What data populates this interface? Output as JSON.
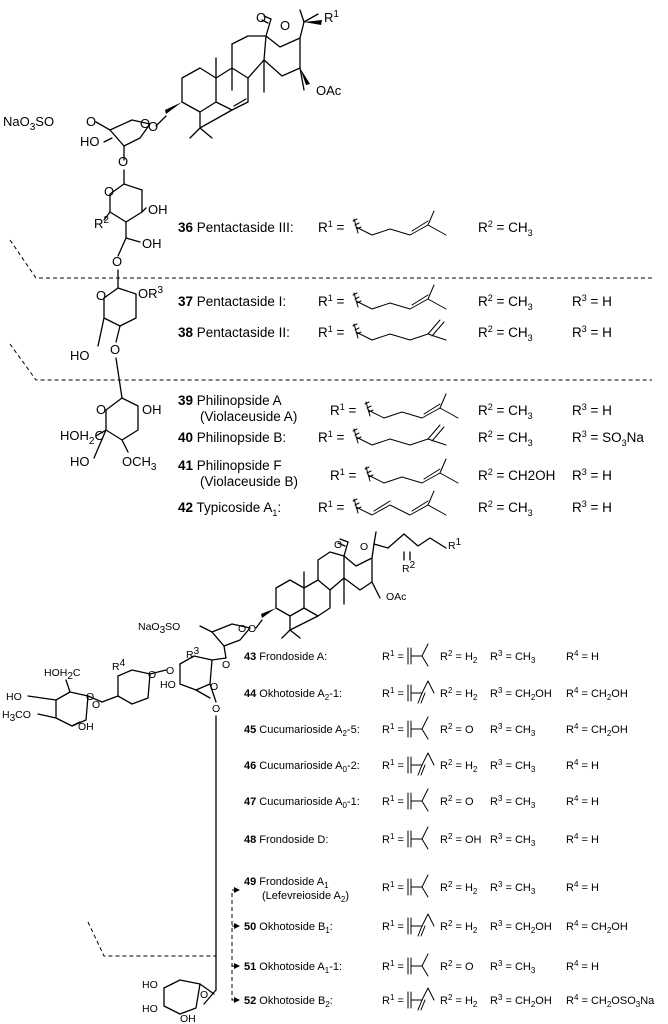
{
  "atoms": {
    "o_top": "O",
    "o_ring": "O",
    "r1": "R",
    "r1_sup": "1",
    "oac": "OAc",
    "naso3so": "NaO",
    "naso3so_sub3": "3",
    "naso3so_rest": "SO",
    "ho_xyl": "HO",
    "o_xyl": "O",
    "o_link1": "O",
    "oh_qui1": "OH",
    "oh_qui2": "OH",
    "r2_qui": "R",
    "r2_qui_sup": "2",
    "o_qui": "O",
    "o_link2": "O",
    "or3": "OR",
    "or3_sup": "3",
    "ho_glc": "HO",
    "o_glc": "O",
    "o_link3": "O",
    "oh_mg1": "OH",
    "hoh2c": "HOH",
    "hoh2c_sub": "2",
    "hoh2c_c": "C",
    "ho_mg": "HO",
    "och3": "OCH",
    "och3_sub": "3",
    "o_mg": "O"
  },
  "top_compounds": [
    {
      "num": "36",
      "name": "Pentactaside III:",
      "r1": "R",
      "r1s": "1",
      "eq": " =",
      "r2": "R",
      "r2s": "2",
      "r2v": " = CH",
      "r2vs": "3",
      "r3": "",
      "r3s": "",
      "r3v": ""
    },
    {
      "num": "37",
      "name": "Pentactaside I:",
      "r1": "R",
      "r1s": "1",
      "eq": " =",
      "r2": "R",
      "r2s": "2",
      "r2v": " = CH",
      "r2vs": "3",
      "r3": "R",
      "r3s": "3",
      "r3v": " = H"
    },
    {
      "num": "38",
      "name": "Pentactaside II:",
      "r1": "R",
      "r1s": "1",
      "eq": " =",
      "r2": "R",
      "r2s": "2",
      "r2v": " = CH",
      "r2vs": "3",
      "r3": "R",
      "r3s": "3",
      "r3v": " = H"
    },
    {
      "num": "39",
      "name": "Philinopside A",
      "name2": "(Violaceuside A)",
      "r1": "R",
      "r1s": "1",
      "eq": " =",
      "r2": "R",
      "r2s": "2",
      "r2v": " = CH",
      "r2vs": "3",
      "r3": "R",
      "r3s": "3",
      "r3v": " = H"
    },
    {
      "num": "40",
      "name": "Philinopside B:",
      "r1": "R",
      "r1s": "1",
      "eq": " =",
      "r2": "R",
      "r2s": "2",
      "r2v": " = CH",
      "r2vs": "3",
      "r3": "R",
      "r3s": "3",
      "r3v": " = SO",
      "r3vs": "3",
      "r3vt": "Na"
    },
    {
      "num": "41",
      "name": "Philinopside F",
      "name2": "(Violaceuside B)",
      "r1": "R",
      "r1s": "1",
      "eq": " =",
      "r2": "R",
      "r2s": "2",
      "r2v": " = CH",
      "r2vs": "",
      "r2vt": "2OH",
      "r3": "R",
      "r3s": "3",
      "r3v": " = H"
    },
    {
      "num": "42",
      "name": "Typicoside A",
      "name_sub": "1",
      "name_tail": ":",
      "r1": "R",
      "r1s": "1",
      "eq": " =",
      "r2": "R",
      "r2s": "2",
      "r2v": " = CH",
      "r2vs": "3",
      "r3": "R",
      "r3s": "3",
      "r3v": " = H"
    }
  ],
  "bottom_atoms": {
    "o_top": "O",
    "o_ring": "O",
    "r1": "R",
    "r1_sup": "1",
    "r2": "R",
    "r2_sup": "2",
    "oac": "OAc",
    "naso3so": "NaO",
    "naso3so_sub": "3",
    "naso3so_rest": "SO",
    "r3": "R",
    "r3_sup": "3",
    "r4": "R",
    "r4_sup": "4",
    "hoh2c": "HOH",
    "hoh2c_sub": "2",
    "hoh2c_c": "C",
    "h3co": "H",
    "h3co_sub": "3",
    "h3co_rest": "CO",
    "ho1": "HO",
    "ho2": "HO",
    "o1": "O",
    "o2": "O",
    "o3": "O",
    "o4": "O",
    "o5": "O",
    "ho_xyl2a": "HO",
    "ho_xyl2b": "HO",
    "oh_xyl2": "OH",
    "o_xyl2": "O"
  },
  "bottom_compounds": [
    {
      "num": "43",
      "name": "Frondoside A:",
      "r2v": "H",
      "r2vs": "2",
      "r3v": "CH",
      "r3vs": "3",
      "r4v": "H"
    },
    {
      "num": "44",
      "name": "Okhotoside A",
      "name_sub": "2",
      "name_tail": "-1:",
      "r2v": "H",
      "r2vs": "2",
      "r3v": "CH",
      "r3vs": "2",
      "r3vt": "OH",
      "r4v": "CH",
      "r4vs": "2",
      "r4vt": "OH"
    },
    {
      "num": "45",
      "name": "Cucumarioside A",
      "name_sub": "2",
      "name_tail": "-5:",
      "r2v": "O",
      "r2vs": "",
      "r3v": "CH",
      "r3vs": "3",
      "r4v": "CH",
      "r4vs": "2",
      "r4vt": "OH"
    },
    {
      "num": "46",
      "name": "Cucumarioside A",
      "name_sub": "0",
      "name_tail": "-2:",
      "r2v": "H",
      "r2vs": "2",
      "r3v": "CH",
      "r3vs": "3",
      "r4v": "H"
    },
    {
      "num": "47",
      "name": "Cucumarioside A",
      "name_sub": "0",
      "name_tail": "-1:",
      "r2v": "O",
      "r2vs": "",
      "r3v": "CH",
      "r3vs": "3",
      "r4v": "H"
    },
    {
      "num": "48",
      "name": "Frondoside D:",
      "r2v": "OH",
      "r2vs": "",
      "r3v": "CH",
      "r3vs": "3",
      "r4v": "H"
    },
    {
      "num": "49",
      "name": "Frondoside A",
      "name_sub": "1",
      "name_tail": "",
      "name2": "(Lefevreioside A",
      "name2_sub": "2",
      "name2_tail": ")",
      "r2v": "H",
      "r2vs": "2",
      "r3v": "CH",
      "r3vs": "3",
      "r4v": "H"
    },
    {
      "num": "50",
      "name": "Okhotoside B",
      "name_sub": "1",
      "name_tail": ":",
      "r2v": "H",
      "r2vs": "2",
      "r3v": "CH",
      "r3vs": "2",
      "r3vt": "OH",
      "r4v": "CH",
      "r4vs": "2",
      "r4vt": "OH"
    },
    {
      "num": "51",
      "name": "Okhotoside A",
      "name_sub": "1",
      "name_tail": "-1:",
      "r2v": "O",
      "r2vs": "",
      "r3v": "CH",
      "r3vs": "3",
      "r4v": "H"
    },
    {
      "num": "52",
      "name": "Okhotoside B",
      "name_sub": "2",
      "name_tail": ":",
      "r2v": "H",
      "r2vs": "2",
      "r3v": "CH",
      "r3vs": "2",
      "r3vt": "OH",
      "r4v": "CH",
      "r4vs": "2",
      "r4vt": "OSO",
      "r4vu": "3",
      "r4vw": "Na"
    }
  ],
  "bottom_labels": {
    "r1": "R",
    "r1s": "1",
    "eq": " =",
    "r2": "R",
    "r2s": "2",
    "r3": "R",
    "r3s": "3",
    "r4": "R",
    "r4s": "4",
    "eqsign": " = "
  }
}
